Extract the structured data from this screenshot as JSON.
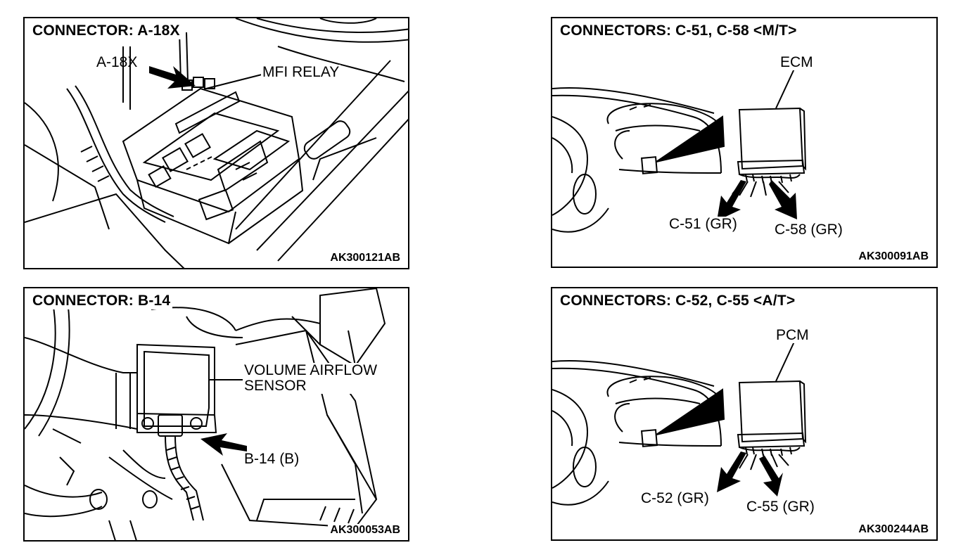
{
  "panels": {
    "a18x": {
      "title": "CONNECTOR: A-18X",
      "code": "AK300121AB",
      "labels": {
        "connector": "A-18X",
        "relay": "MFI RELAY"
      }
    },
    "b14": {
      "title": "CONNECTOR: B-14",
      "code": "AK300053AB",
      "labels": {
        "sensor_line1": "VOLUME AIRFLOW",
        "sensor_line2": "SENSOR",
        "connector": "B-14 (B)"
      }
    },
    "c51": {
      "title": "CONNECTORS: C-51, C-58 <M/T>",
      "code": "AK300091AB",
      "labels": {
        "module": "ECM",
        "left": "C-51 (GR)",
        "right": "C-58 (GR)"
      }
    },
    "c52": {
      "title": "CONNECTORS: C-52, C-55 <A/T>",
      "code": "AK300244AB",
      "labels": {
        "module": "PCM",
        "left": "C-52 (GR)",
        "right": "C-55 (GR)"
      }
    }
  },
  "colors": {
    "line": "#000000",
    "background": "#ffffff"
  }
}
